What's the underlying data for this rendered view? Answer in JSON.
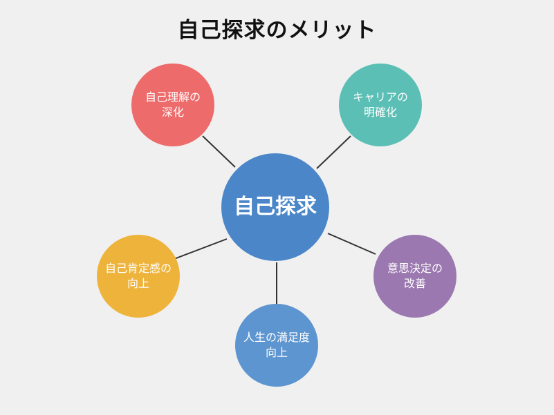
{
  "title": "自己探求のメリット",
  "colors": {
    "background": "#f0f0f0",
    "connector": "#333333",
    "center": "#4a86c8",
    "red": "#ee6b6b",
    "teal": "#5bbfb5",
    "yellow": "#eeb33a",
    "purple": "#9b78b0",
    "blue": "#5d95d0"
  },
  "center": {
    "line1": "自己探求"
  },
  "benefits": [
    {
      "line1": "自己理解の",
      "line2": "深化"
    },
    {
      "line1": "キャリアの",
      "line2": "明確化"
    },
    {
      "line1": "自己肯定感の",
      "line2": "向上"
    },
    {
      "line1": "意思決定の",
      "line2": "改善"
    },
    {
      "line1": "人生の満足度",
      "line2": "向上"
    }
  ]
}
